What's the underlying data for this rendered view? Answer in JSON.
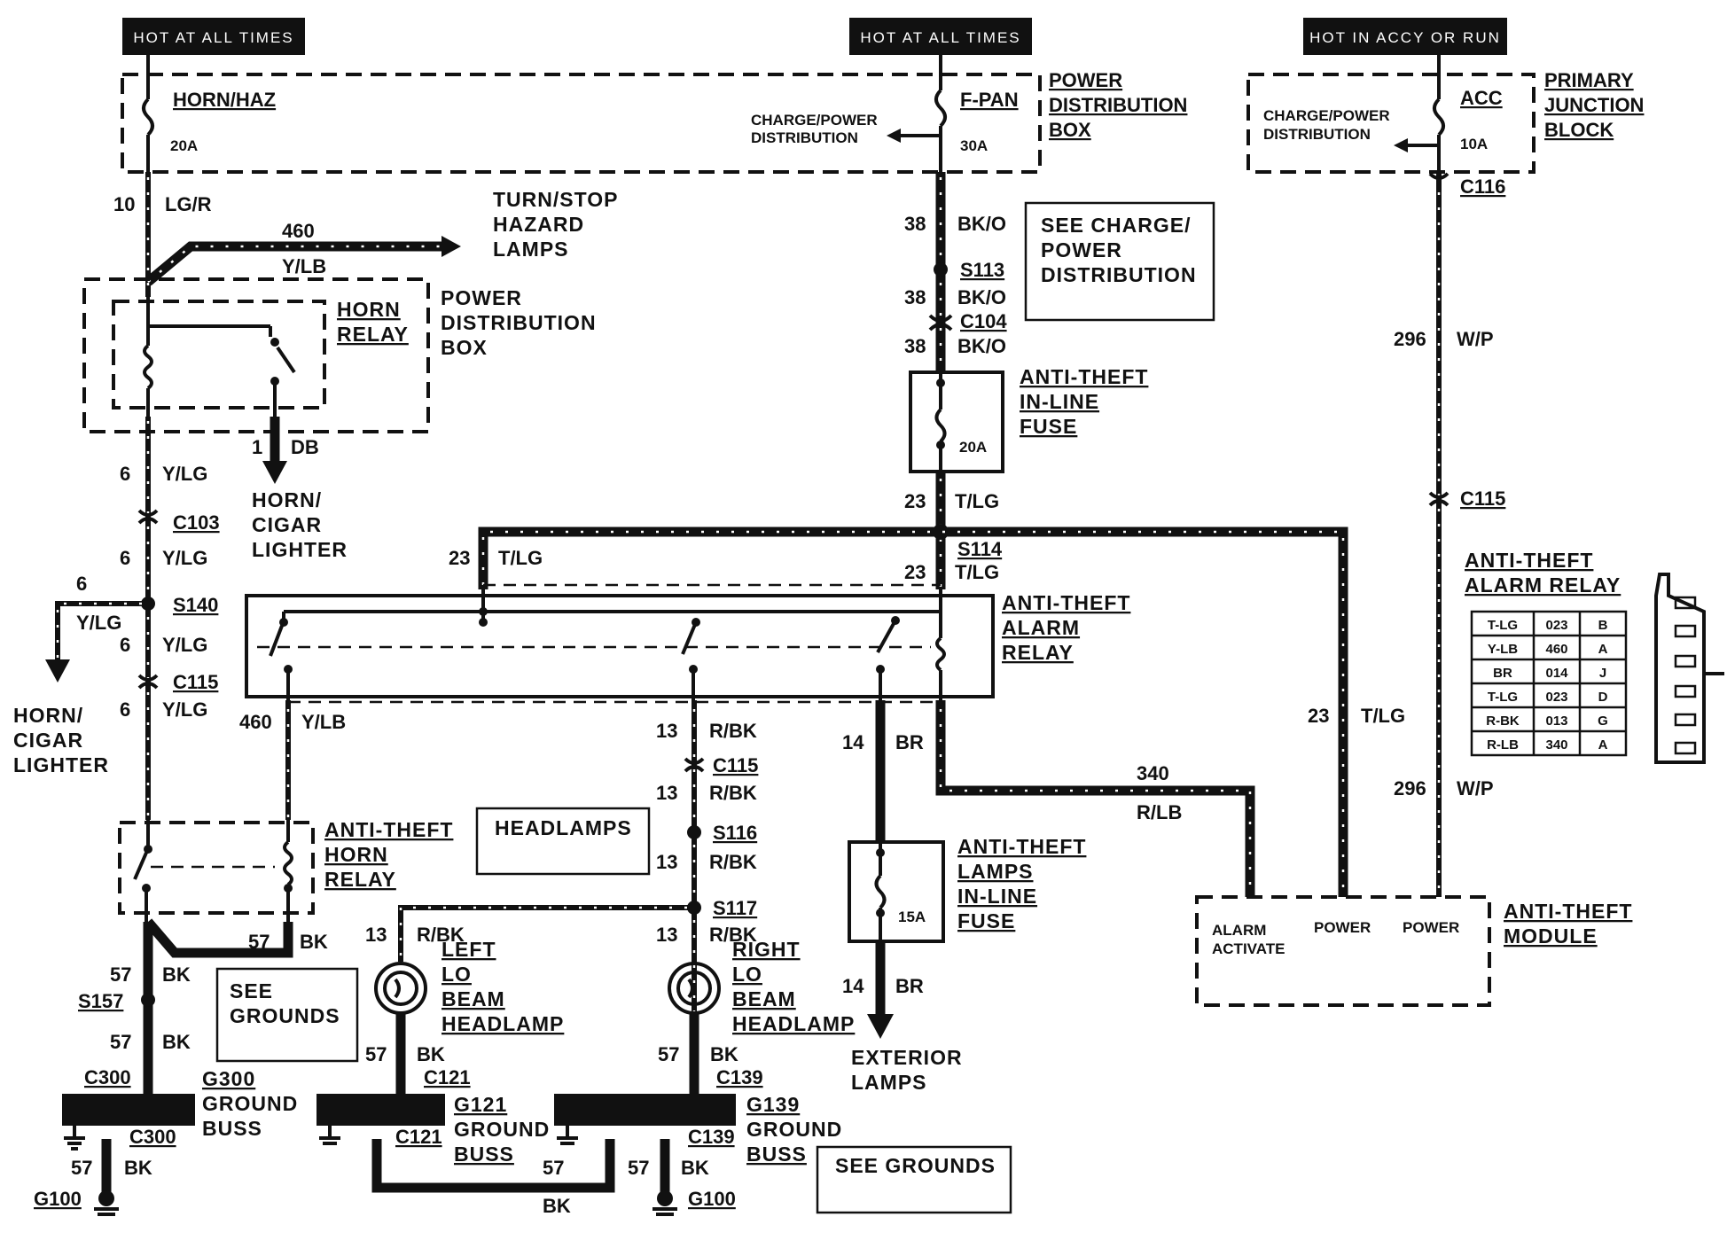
{
  "headers": {
    "hot1": "HOT AT ALL TIMES",
    "hot2": "HOT AT ALL TIMES",
    "hot3": "HOT IN ACCY OR RUN"
  },
  "pdb_top": {
    "horn_haz": "HORN/HAZ",
    "horn_haz_amp": "20A",
    "fpan": "F-PAN",
    "fpan_amp": "30A",
    "charge1": "CHARGE/POWER",
    "charge2": "DISTRIBUTION",
    "title1": "POWER",
    "title2": "DISTRIBUTION",
    "title3": "BOX"
  },
  "pjb": {
    "acc": "ACC",
    "acc_amp": "10A",
    "charge1": "CHARGE/POWER",
    "charge2": "DISTRIBUTION",
    "title1": "PRIMARY",
    "title2": "JUNCTION",
    "title3": "BLOCK"
  },
  "wires": {
    "c10": "10",
    "c10c": "LG/R",
    "c460": "460",
    "c460c": "Y/LB",
    "turn1": "TURN/STOP",
    "turn2": "HAZARD",
    "turn3": "LAMPS",
    "c38a": "38",
    "c38ac": "BK/O",
    "s113": "S113",
    "c38b": "38",
    "c38bc": "BK/O",
    "c104": "C104",
    "c38c": "38",
    "c38cc": "BK/O",
    "see_cp1": "SEE CHARGE/",
    "see_cp2": "POWER",
    "see_cp3": "DISTRIBUTION",
    "c116": "C116",
    "c296a": "296",
    "c296ac": "W/P",
    "c115r": "C115",
    "c296b": "296",
    "c296bc": "W/P"
  },
  "horn_relay": {
    "t1": "HORN",
    "t2": "RELAY",
    "pdb1": "POWER",
    "pdb2": "DISTRIBUTION",
    "pdb3": "BOX",
    "c1": "1",
    "c1c": "DB",
    "hc1": "HORN/",
    "hc2": "CIGAR",
    "hc3": "LIGHTER"
  },
  "left_column": {
    "c6a": "6",
    "c6ac": "Y/LG",
    "c103": "C103",
    "c6b": "6",
    "c6bc": "Y/LG",
    "s140": "S140",
    "c6s": "6",
    "c6sc": "Y/LG",
    "c6c": "6",
    "c6cc": "Y/LG",
    "c115": "C115",
    "c6d": "6",
    "c6dc": "Y/LG",
    "hc1": "HORN/",
    "hc2": "CIGAR",
    "hc3": "LIGHTER",
    "c460": "460",
    "c460c": "Y/LB"
  },
  "inline_fuse": {
    "t1": "ANTI-THEFT",
    "t2": "IN-LINE",
    "t3": "FUSE",
    "amp": "20A",
    "c23a": "23",
    "c23ac": "T/LG",
    "s114": "S114",
    "c23b": "23",
    "c23bc": "T/LG",
    "c23c": "23",
    "c23cc": "T/LG",
    "c23d": "23",
    "c23dc": "T/LG"
  },
  "alarm_relay": {
    "t1": "ANTI-THEFT",
    "t2": "ALARM",
    "t3": "RELAY"
  },
  "connector_table": {
    "t1": "ANTI-THEFT",
    "t2": "ALARM RELAY",
    "rows": [
      [
        "T-LG",
        "023",
        "B"
      ],
      [
        "Y-LB",
        "460",
        "A"
      ],
      [
        "BR",
        "014",
        "J"
      ],
      [
        "T-LG",
        "023",
        "D"
      ],
      [
        "R-BK",
        "013",
        "G"
      ],
      [
        "R-LB",
        "340",
        "A"
      ]
    ]
  },
  "center": {
    "c13a": "13",
    "c13ac": "R/BK",
    "c115": "C115",
    "c13b": "13",
    "c13bc": "R/BK",
    "s116": "S116",
    "c13c": "13",
    "c13cc": "R/BK",
    "s117": "S117",
    "c13d": "13",
    "c13dc": "R/BK",
    "c13e": "13",
    "c13ec": "R/BK",
    "headlamps": "HEADLAMPS",
    "c14a": "14",
    "c14ac": "BR",
    "c14b": "14",
    "c14bc": "BR",
    "c340": "340",
    "c340c": "R/LB",
    "lamps1": "ANTI-THEFT",
    "lamps2": "LAMPS",
    "lamps3": "IN-LINE",
    "lamps4": "FUSE",
    "lamps_amp": "15A",
    "ext1": "EXTERIOR",
    "ext2": "LAMPS"
  },
  "module": {
    "t1": "ANTI-THEFT",
    "t2": "MODULE",
    "alarm1": "ALARM",
    "alarm2": "ACTIVATE",
    "power1": "POWER",
    "power2": "POWER"
  },
  "horn_relay2": {
    "t1": "ANTI-THEFT",
    "t2": "HORN",
    "t3": "RELAY"
  },
  "lamps": {
    "l1": "LEFT",
    "l2": "LO",
    "l3": "BEAM",
    "l4": "HEADLAMP",
    "r1": "RIGHT",
    "r2": "LO",
    "r3": "BEAM",
    "r4": "HEADLAMP"
  },
  "grounds": {
    "c57a": "57",
    "c57ac": "BK",
    "c57b": "57",
    "c57bc": "BK",
    "s157": "S157",
    "c57c": "57",
    "c57cc": "BK",
    "c300": "C300",
    "g300a": "G300",
    "g300b": "GROUND",
    "g300c": "BUSS",
    "c300b": "C300",
    "c57d": "57",
    "c57dc": "BK",
    "g100a": "G100",
    "see_g1": "SEE",
    "see_g2": "GROUNDS",
    "c57l": "57",
    "c57lc": "BK",
    "c121": "C121",
    "g121a": "G121",
    "g121b": "GROUND",
    "g121c": "BUSS",
    "c121b": "C121",
    "c57m": "57",
    "bk": "BK",
    "c57r": "57",
    "c57rc": "BK",
    "c139": "C139",
    "g139a": "G139",
    "g139b": "GROUND",
    "g139c": "BUSS",
    "c139b": "C139",
    "c57s": "57",
    "c57sc": "BK",
    "g100b": "G100",
    "see_grounds": "SEE GROUNDS"
  }
}
